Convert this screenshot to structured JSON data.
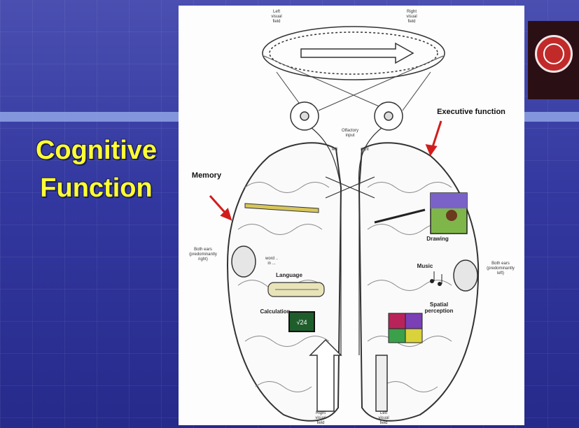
{
  "slide": {
    "title_line1": "Cognitive",
    "title_line2": "Function"
  },
  "figure": {
    "left_visual_field_top": [
      "Left",
      "visual",
      "field"
    ],
    "right_visual_field_top": [
      "Right",
      "visual",
      "field"
    ],
    "olfactory": [
      "Olfactory",
      "input"
    ],
    "left": "left",
    "right": "right",
    "executive_function": "Executive function",
    "memory": "Memory",
    "drawing": "Drawing",
    "music": "Music",
    "language": "Language",
    "calculation": "Calculation",
    "spatial_perception": [
      "Spatial",
      "perception"
    ],
    "left_ear_label": [
      "Both ears",
      "(predominantly",
      "right)"
    ],
    "right_ear_label": [
      "Both ears",
      "(predominantly",
      "left)"
    ],
    "word_fragment": [
      "word ..",
      "in ..."
    ],
    "calc_value": "√24",
    "right_visual_field_bottom": [
      "Right",
      "visual",
      "field"
    ],
    "left_visual_field_bottom": [
      "Left",
      "visual",
      "field"
    ]
  },
  "colors": {
    "title": "#ffff33",
    "background": "#3338a0",
    "arrow": "#d21d1d"
  }
}
